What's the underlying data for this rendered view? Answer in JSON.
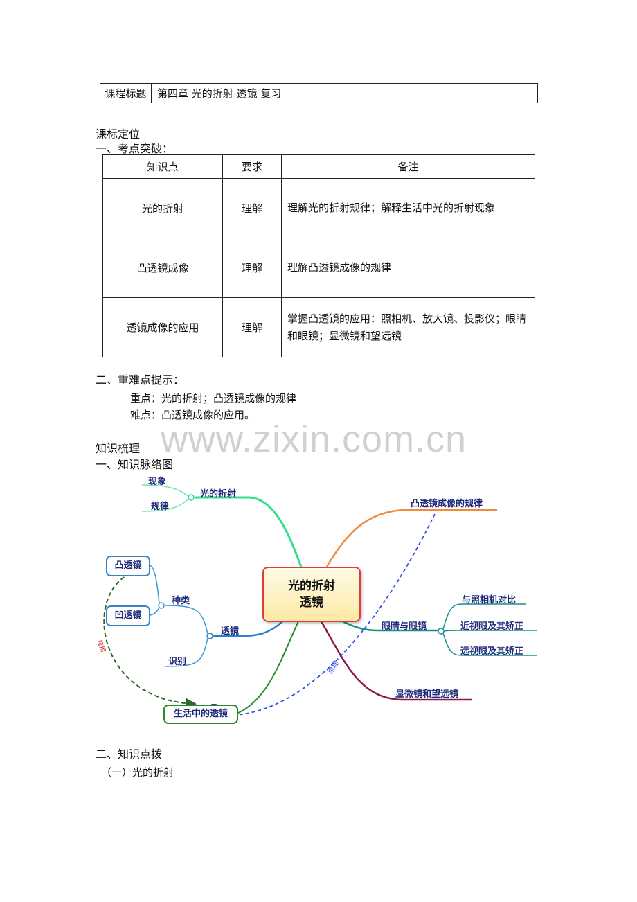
{
  "course": {
    "label": "课程标题",
    "title": "第四章  光的折射  透镜  复习"
  },
  "sections": {
    "standard": "课标定位",
    "points": "一、考点突破：",
    "key_hint": "二、重难点提示：",
    "review": "知识梳理",
    "map_title": "一、知识脉络图",
    "explain": "二、知识点拨",
    "sub1": "（一）光的折射"
  },
  "knowledge_table": {
    "headers": [
      "知识点",
      "要求",
      "备注"
    ],
    "rows": [
      {
        "point": "光的折射",
        "req": "理解",
        "note": "理解光的折射规律；解释生活中光的折射现象"
      },
      {
        "point": "凸透镜成像",
        "req": "理解",
        "note": "理解凸透镜成像的规律"
      },
      {
        "point": "透镜成像的应用",
        "req": "理解",
        "note": "掌握凸透镜的应用：照相机、放大镜、投影仪；眼睛和眼镜；显微镜和望远镜"
      }
    ]
  },
  "key_points": {
    "focus": "重点：光的折射；凸透镜成像的规律",
    "difficulty": "难点：凸透镜成像的应用。"
  },
  "watermark": "www.zixin.com.cn",
  "mindmap": {
    "center_line1": "光的折射",
    "center_line2": "透镜",
    "refraction": "光的折射",
    "phenomenon": "现象",
    "law": "规律",
    "lens": "透镜",
    "types": "种类",
    "convex": "凸透镜",
    "concave": "凹透镜",
    "identify": "识别",
    "life_lens": "生活中的透镜",
    "convex_imaging": "凸透镜成像的规律",
    "eyes": "眼睛与眼镜",
    "camera": "与照相机对比",
    "myopia": "近视眼及其矫正",
    "hyperopia": "远视眼及其矫正",
    "microscope": "显微镜和望远镜",
    "apply_tag": "应用",
    "principle_tag": "原理",
    "colors": {
      "refraction": "#2fe08a",
      "lens": "#2f7fd0",
      "imaging": "#f08a3a",
      "eyes": "#1a8f8a",
      "micro": "#8a1a4a",
      "life": "#2a8a2a"
    }
  }
}
